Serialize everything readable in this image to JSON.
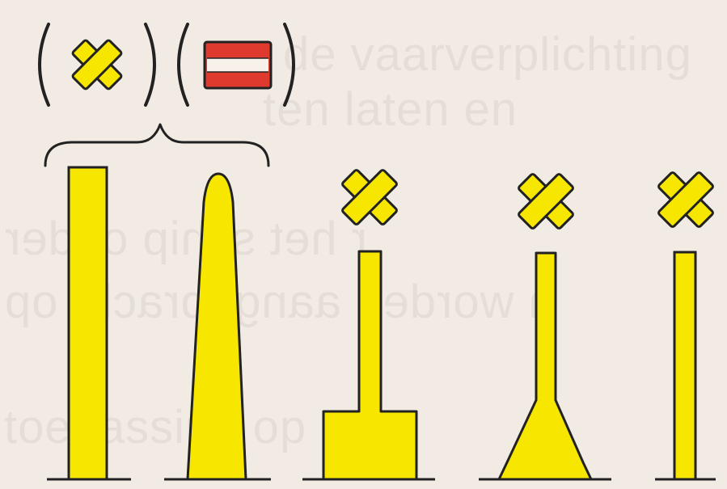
{
  "figure": {
    "palette": {
      "background": "#f1ebe3",
      "yellow": "#f7e600",
      "red": "#de3a2e",
      "white": "#f7f1ea",
      "outline": "#222222"
    },
    "bracket_group": {
      "icons": [
        "yellow-saint-andrews-cross-icon",
        "red-white-red-band-icon"
      ],
      "bracket_style": "curly-brace-under-parenthesized-icons"
    },
    "markers": [
      {
        "name": "tall-rectangular-column",
        "topmark": "none"
      },
      {
        "name": "tapered-pillar-with-rounded-top",
        "topmark": "none"
      },
      {
        "name": "pole-on-rectangular-base",
        "topmark": "yellow-cross-icon"
      },
      {
        "name": "pole-on-trapezoid-base",
        "topmark": "yellow-cross-icon"
      },
      {
        "name": "thin-pole",
        "topmark": "yellow-cross-icon"
      }
    ],
    "bleed_through_text": [
      "de vaarverplichting",
      "ten laten en",
      "r het schip onder",
      "n worden aangebracht op",
      "toepassing op"
    ]
  }
}
